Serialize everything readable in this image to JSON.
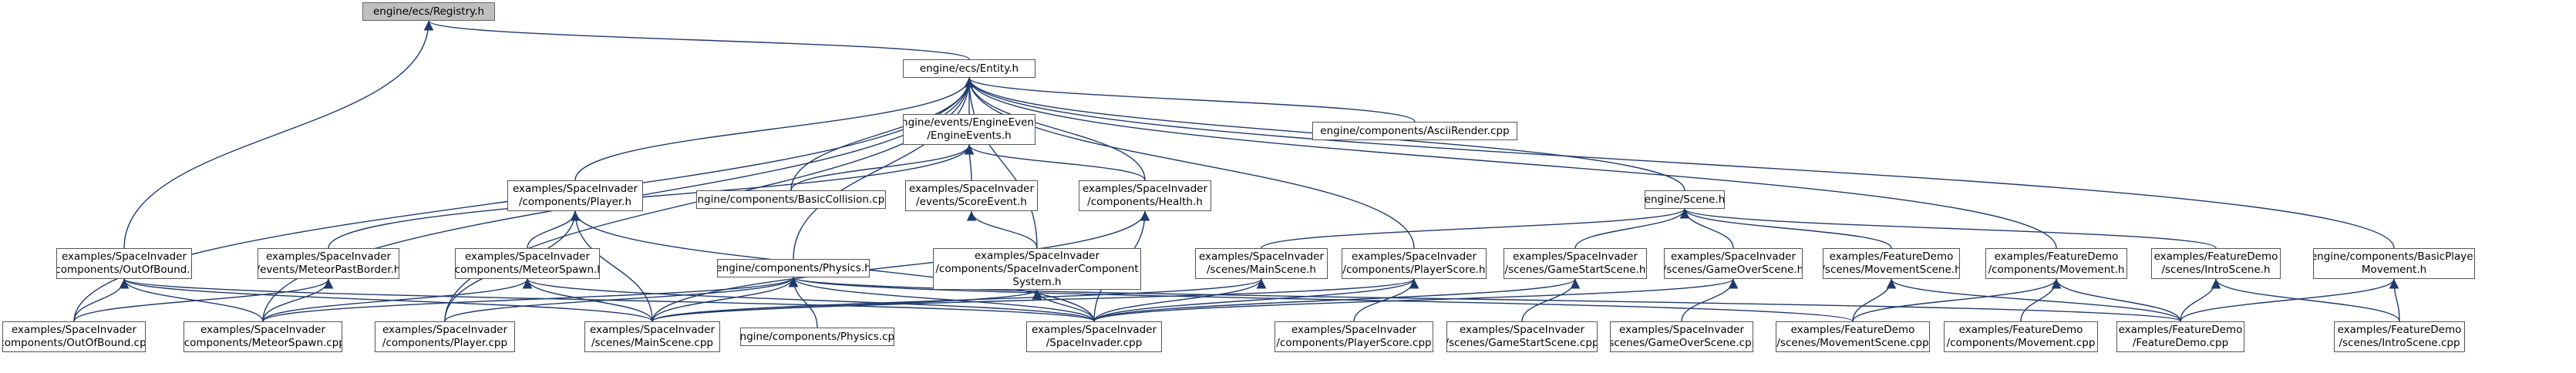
{
  "graph": {
    "colors": {
      "root_fill": "#bfbfbf",
      "edge": "#1f3a6e",
      "border": "#555555"
    },
    "nodes": [
      {
        "id": "registry",
        "label": "engine/ecs/Registry.h",
        "root": true
      },
      {
        "id": "entity",
        "label": "engine/ecs/Entity.h"
      },
      {
        "id": "engineevents",
        "label": "engine/events/EngineEvents\n/EngineEvents.h"
      },
      {
        "id": "asciirender",
        "label": "engine/components/AsciiRender.cpp"
      },
      {
        "id": "basiccollision",
        "label": "engine/components/BasicCollision.cpp"
      },
      {
        "id": "scoreevent",
        "label": "examples/SpaceInvader\n/events/ScoreEvent.h"
      },
      {
        "id": "health",
        "label": "examples/SpaceInvader\n/components/Health.h"
      },
      {
        "id": "player",
        "label": "examples/SpaceInvader\n/components/Player.h"
      },
      {
        "id": "scene",
        "label": "engine/Scene.h"
      },
      {
        "id": "physics",
        "label": "engine/components/Physics.h"
      },
      {
        "id": "compsystem",
        "label": "examples/SpaceInvader\n/components/SpaceInvaderComponent\nSystem.h"
      },
      {
        "id": "outofbound",
        "label": "examples/SpaceInvader\n/components/OutOfBound.h"
      },
      {
        "id": "meteorpast",
        "label": "examples/SpaceInvader\n/events/MeteorPastBorder.h"
      },
      {
        "id": "meteorspawn",
        "label": "examples/SpaceInvader\n/components/MeteorSpawn.h"
      },
      {
        "id": "mainscene_h",
        "label": "examples/SpaceInvader\n/scenes/MainScene.h"
      },
      {
        "id": "playerscore_h",
        "label": "examples/SpaceInvader\n/components/PlayerScore.h"
      },
      {
        "id": "gamestart_h",
        "label": "examples/SpaceInvader\n/scenes/GameStartScene.h"
      },
      {
        "id": "gameover_h",
        "label": "examples/SpaceInvader\n/scenes/GameOverScene.h"
      },
      {
        "id": "fd_movscene_h",
        "label": "examples/FeatureDemo\n/scenes/MovementScene.h"
      },
      {
        "id": "fd_movement_h",
        "label": "examples/FeatureDemo\n/components/Movement.h"
      },
      {
        "id": "fd_intro_h",
        "label": "examples/FeatureDemo\n/scenes/IntroScene.h"
      },
      {
        "id": "basicplayermov",
        "label": "engine/components/BasicPlayer\nMovement.h"
      },
      {
        "id": "outofbound_cpp",
        "label": "examples/SpaceInvader\n/components/OutOfBound.cpp"
      },
      {
        "id": "meteorspawn_cpp",
        "label": "examples/SpaceInvader\n/components/MeteorSpawn.cpp"
      },
      {
        "id": "player_cpp",
        "label": "examples/SpaceInvader\n/components/Player.cpp"
      },
      {
        "id": "mainscene_cpp",
        "label": "examples/SpaceInvader\n/scenes/MainScene.cpp"
      },
      {
        "id": "physics_cpp",
        "label": "engine/components/Physics.cpp"
      },
      {
        "id": "spaceinvader_cpp",
        "label": "examples/SpaceInvader\n/SpaceInvader.cpp"
      },
      {
        "id": "playerscore_cpp",
        "label": "examples/SpaceInvader\n/components/PlayerScore.cpp"
      },
      {
        "id": "gamestart_cpp",
        "label": "examples/SpaceInvader\n/scenes/GameStartScene.cpp"
      },
      {
        "id": "gameover_cpp",
        "label": "examples/SpaceInvader\n/scenes/GameOverScene.cpp"
      },
      {
        "id": "fd_movscene_cpp",
        "label": "examples/FeatureDemo\n/scenes/MovementScene.cpp"
      },
      {
        "id": "fd_movement_cpp",
        "label": "examples/FeatureDemo\n/components/Movement.cpp"
      },
      {
        "id": "featuredemo_cpp",
        "label": "examples/FeatureDemo\n/FeatureDemo.cpp"
      },
      {
        "id": "fd_intro_cpp",
        "label": "examples/FeatureDemo\n/scenes/IntroScene.cpp"
      }
    ],
    "edges": [
      [
        "entity",
        "registry"
      ],
      [
        "outofbound",
        "registry"
      ],
      [
        "engineevents",
        "entity"
      ],
      [
        "asciirender",
        "entity"
      ],
      [
        "basiccollision",
        "entity"
      ],
      [
        "health",
        "entity"
      ],
      [
        "player",
        "entity"
      ],
      [
        "scene",
        "entity"
      ],
      [
        "physics",
        "entity"
      ],
      [
        "compsystem",
        "entity"
      ],
      [
        "playerscore_h",
        "entity"
      ],
      [
        "fd_movement_h",
        "entity"
      ],
      [
        "basicplayermov",
        "entity"
      ],
      [
        "outofbound_cpp",
        "entity"
      ],
      [
        "meteorspawn_cpp",
        "entity"
      ],
      [
        "player_cpp",
        "entity"
      ],
      [
        "basiccollision",
        "engineevents"
      ],
      [
        "scoreevent",
        "engineevents"
      ],
      [
        "health",
        "engineevents"
      ],
      [
        "meteorpast",
        "engineevents"
      ],
      [
        "compsystem",
        "scoreevent"
      ],
      [
        "mainscene_cpp",
        "health"
      ],
      [
        "spaceinvader_cpp",
        "health"
      ],
      [
        "meteorspawn",
        "player"
      ],
      [
        "player_cpp",
        "player"
      ],
      [
        "mainscene_cpp",
        "player"
      ],
      [
        "spaceinvader_cpp",
        "player"
      ],
      [
        "mainscene_h",
        "scene"
      ],
      [
        "gamestart_h",
        "scene"
      ],
      [
        "gameover_h",
        "scene"
      ],
      [
        "fd_movscene_h",
        "scene"
      ],
      [
        "fd_intro_h",
        "scene"
      ],
      [
        "outofbound_cpp",
        "outofbound"
      ],
      [
        "meteorspawn_cpp",
        "outofbound"
      ],
      [
        "mainscene_cpp",
        "outofbound"
      ],
      [
        "spaceinvader_cpp",
        "outofbound"
      ],
      [
        "outofbound_cpp",
        "meteorpast"
      ],
      [
        "meteorspawn_cpp",
        "meteorpast"
      ],
      [
        "meteorspawn_cpp",
        "meteorspawn"
      ],
      [
        "mainscene_cpp",
        "meteorspawn"
      ],
      [
        "spaceinvader_cpp",
        "meteorspawn"
      ],
      [
        "player_cpp",
        "physics"
      ],
      [
        "meteorspawn_cpp",
        "physics"
      ],
      [
        "mainscene_cpp",
        "physics"
      ],
      [
        "physics_cpp",
        "physics"
      ],
      [
        "spaceinvader_cpp",
        "physics"
      ],
      [
        "fd_movscene_cpp",
        "physics"
      ],
      [
        "featuredemo_cpp",
        "physics"
      ],
      [
        "mainscene_cpp",
        "compsystem"
      ],
      [
        "spaceinvader_cpp",
        "compsystem"
      ],
      [
        "mainscene_cpp",
        "mainscene_h"
      ],
      [
        "spaceinvader_cpp",
        "mainscene_h"
      ],
      [
        "playerscore_cpp",
        "playerscore_h"
      ],
      [
        "mainscene_cpp",
        "playerscore_h"
      ],
      [
        "spaceinvader_cpp",
        "playerscore_h"
      ],
      [
        "gamestart_cpp",
        "gamestart_h"
      ],
      [
        "spaceinvader_cpp",
        "gamestart_h"
      ],
      [
        "gameover_cpp",
        "gameover_h"
      ],
      [
        "spaceinvader_cpp",
        "gameover_h"
      ],
      [
        "fd_movscene_cpp",
        "fd_movscene_h"
      ],
      [
        "featuredemo_cpp",
        "fd_movscene_h"
      ],
      [
        "fd_movscene_cpp",
        "fd_movement_h"
      ],
      [
        "fd_movement_cpp",
        "fd_movement_h"
      ],
      [
        "featuredemo_cpp",
        "fd_movement_h"
      ],
      [
        "featuredemo_cpp",
        "fd_intro_h"
      ],
      [
        "fd_intro_cpp",
        "fd_intro_h"
      ],
      [
        "featuredemo_cpp",
        "basicplayermov"
      ],
      [
        "fd_intro_cpp",
        "basicplayermov"
      ]
    ]
  }
}
